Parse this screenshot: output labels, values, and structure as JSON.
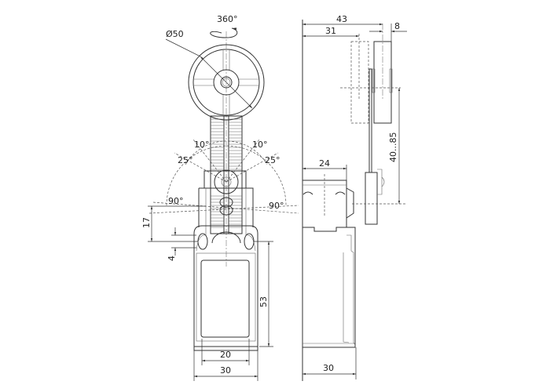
{
  "front_view": {
    "rotation_label": "360°",
    "diameter_label": "Ø50",
    "angle_10_left": "10°",
    "angle_10_right": "10°",
    "angle_25_left": "25°",
    "angle_25_right": "25°",
    "angle_90_left": "90°",
    "angle_90_right": "90°",
    "dim_17": "17",
    "dim_4": "4",
    "dim_53": "53",
    "dim_20": "20",
    "dim_30": "30"
  },
  "side_view": {
    "dim_43": "43",
    "dim_31": "31",
    "dim_8": "8",
    "dim_24": "24",
    "dim_40_85": "40...85",
    "dim_30": "30"
  }
}
